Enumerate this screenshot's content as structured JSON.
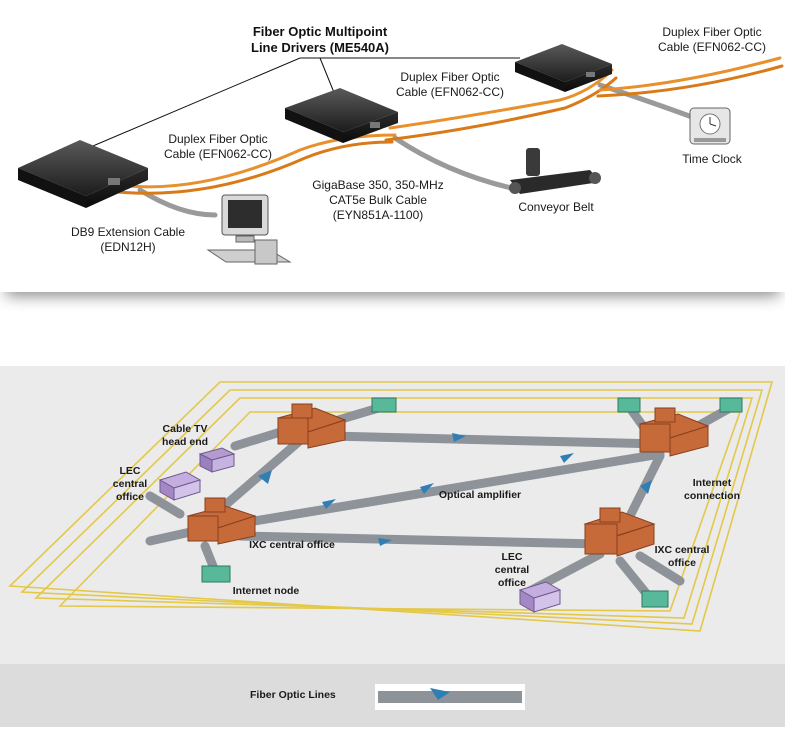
{
  "top": {
    "title_line1": "Fiber Optic Multipoint",
    "title_line2": "Line Drivers (ME540A)",
    "cable_top_right_1": "Duplex Fiber Optic",
    "cable_top_right_2": "Cable (EFN062-CC)",
    "cable_mid_1": "Duplex Fiber Optic",
    "cable_mid_2": "Cable (EFN062-CC)",
    "cable_left_1": "Duplex Fiber Optic",
    "cable_left_2": "Cable (EFN062-CC)",
    "gigabase_1": "GigaBase 350, 350-MHz",
    "gigabase_2": "CAT5e Bulk Cable",
    "gigabase_3": "(EYN851A-1100)",
    "conveyor": "Conveyor Belt",
    "time_clock": "Time Clock",
    "db9_1": "DB9 Extension Cable",
    "db9_2": "(EDN12H)",
    "fiber_color": "#e8902c"
  },
  "bottom": {
    "cable_tv_1": "Cable TV",
    "cable_tv_2": "head end",
    "lec_left_1": "LEC",
    "lec_left_2": "central",
    "lec_left_3": "office",
    "ixc_left": "IXC central office",
    "optical_amp": "Optical amplifier",
    "internet_conn_1": "Internet",
    "internet_conn_2": "connection",
    "internet_node": "Internet node",
    "lec_right_1": "LEC",
    "lec_right_2": "central",
    "lec_right_3": "office",
    "ixc_right_1": "IXC central",
    "ixc_right_2": "office",
    "legend_label": "Fiber Optic Lines",
    "ring_color": "#e3c84a",
    "brick_color": "#c76a3a"
  }
}
